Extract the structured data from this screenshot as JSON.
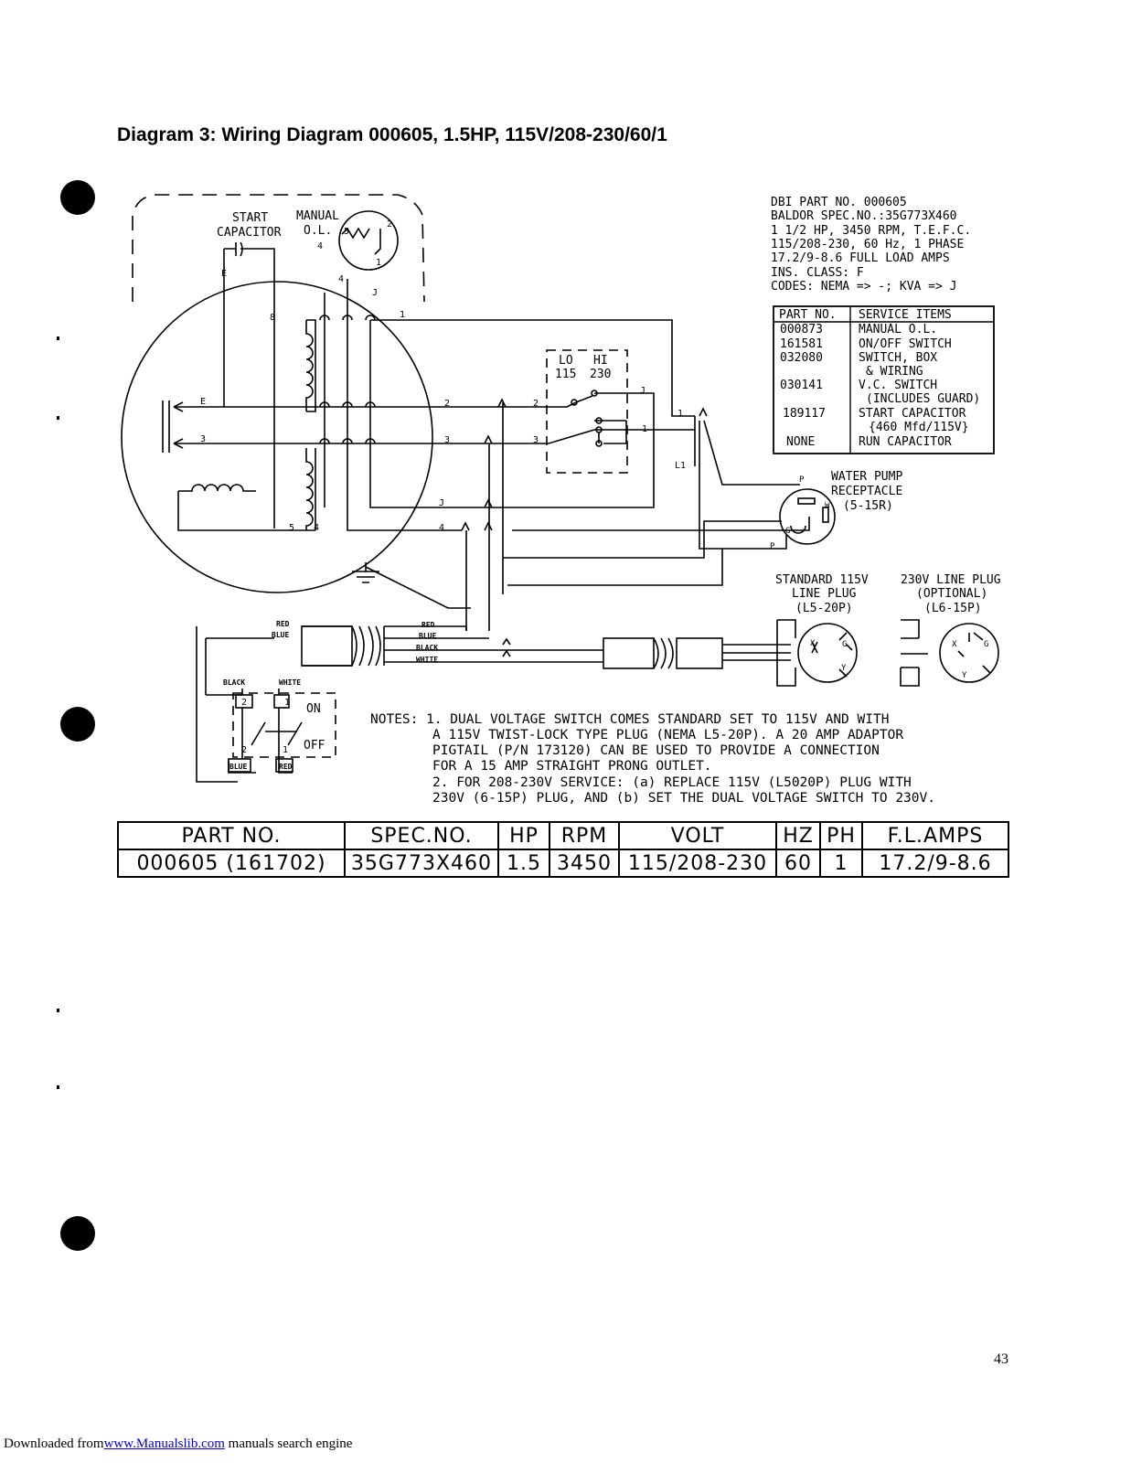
{
  "title": "Diagram 3: Wiring Diagram 000605, 1.5HP, 115V/208-230/60/1",
  "spec_block": [
    "DBI PART NO. 000605",
    "BALDOR SPEC.NO.:35G773X460",
    "1 1/2 HP, 3450 RPM, T.E.F.C.",
    "115/208-230, 60 Hz, 1 PHASE",
    "17.2/9-8.6 FULL LOAD AMPS",
    "INS. CLASS: F",
    "CODES: NEMA => -; KVA => J"
  ],
  "service_table": {
    "headers": [
      "PART NO.",
      "SERVICE ITEMS"
    ],
    "rows": [
      [
        "000873",
        "MANUAL O.L."
      ],
      [
        "161581",
        "ON/OFF SWITCH"
      ],
      [
        "032080",
        "SWITCH, BOX"
      ],
      [
        "",
        "& WIRING"
      ],
      [
        "030141",
        "V.C. SWITCH"
      ],
      [
        "",
        "(INCLUDES GUARD)"
      ],
      [
        "189117",
        "START CAPACITOR"
      ],
      [
        "",
        "{460 Mfd/115V}"
      ],
      [
        "NONE",
        "RUN CAPACITOR"
      ]
    ]
  },
  "labels": {
    "start_capacitor_1": "START",
    "start_capacitor_2": "CAPACITOR",
    "manual_ol_1": "MANUAL",
    "manual_ol_2": "O.L.",
    "lo": "LO",
    "hi": "HI",
    "v115": "115",
    "v230": "230",
    "water_pump_1": "WATER PUMP",
    "water_pump_2": "RECEPTACLE",
    "water_pump_3": "(5-15R)",
    "std_plug_1": "STANDARD 115V",
    "std_plug_2": "LINE PLUG",
    "std_plug_3": "(L5-20P)",
    "opt_plug_1": "230V LINE PLUG",
    "opt_plug_2": "(OPTIONAL)",
    "opt_plug_3": "(L6-15P)",
    "on": "ON",
    "off": "OFF",
    "red": "RED",
    "blue": "BLUE",
    "black": "BLACK",
    "white": "WHITE",
    "wire_e": "E",
    "wire_3": "3",
    "wire_2": "2",
    "wire_1": "1",
    "wire_4": "4",
    "wire_5": "5",
    "wire_8": "8",
    "wire_j": "J",
    "wire_l1": "L1",
    "wire_p": "P",
    "wire_w": "W",
    "wire_g": "G",
    "wire_x": "X",
    "wire_y": "Y"
  },
  "notes": [
    "NOTES: 1. DUAL VOLTAGE SWITCH COMES STANDARD SET TO 115V AND WITH",
    "A 115V TWIST-LOCK TYPE PLUG (NEMA L5-20P). A 20 AMP ADAPTOR",
    "PIGTAIL (P/N 173120) CAN BE USED TO PROVIDE A CONNECTION",
    "FOR A 15 AMP STRAIGHT PRONG OUTLET.",
    "2. FOR 208-230V SERVICE: (a) REPLACE 115V (L5020P) PLUG WITH",
    "230V (6-15P) PLUG, AND (b) SET THE DUAL VOLTAGE SWITCH TO 230V."
  ],
  "parts_table": {
    "headers": [
      "PART NO.",
      "SPEC.NO.",
      "HP",
      "RPM",
      "VOLT",
      "HZ",
      "PH",
      "F.L.AMPS"
    ],
    "row": [
      "000605 (161702)",
      "35G773X460",
      "1.5",
      "3450",
      "115/208-230",
      "60",
      "1",
      "17.2/9-8.6"
    ]
  },
  "page_number": "43",
  "footer": {
    "prefix": "Downloaded from",
    "link": "www.Manualslib.com",
    "suffix": " manuals search engine"
  }
}
